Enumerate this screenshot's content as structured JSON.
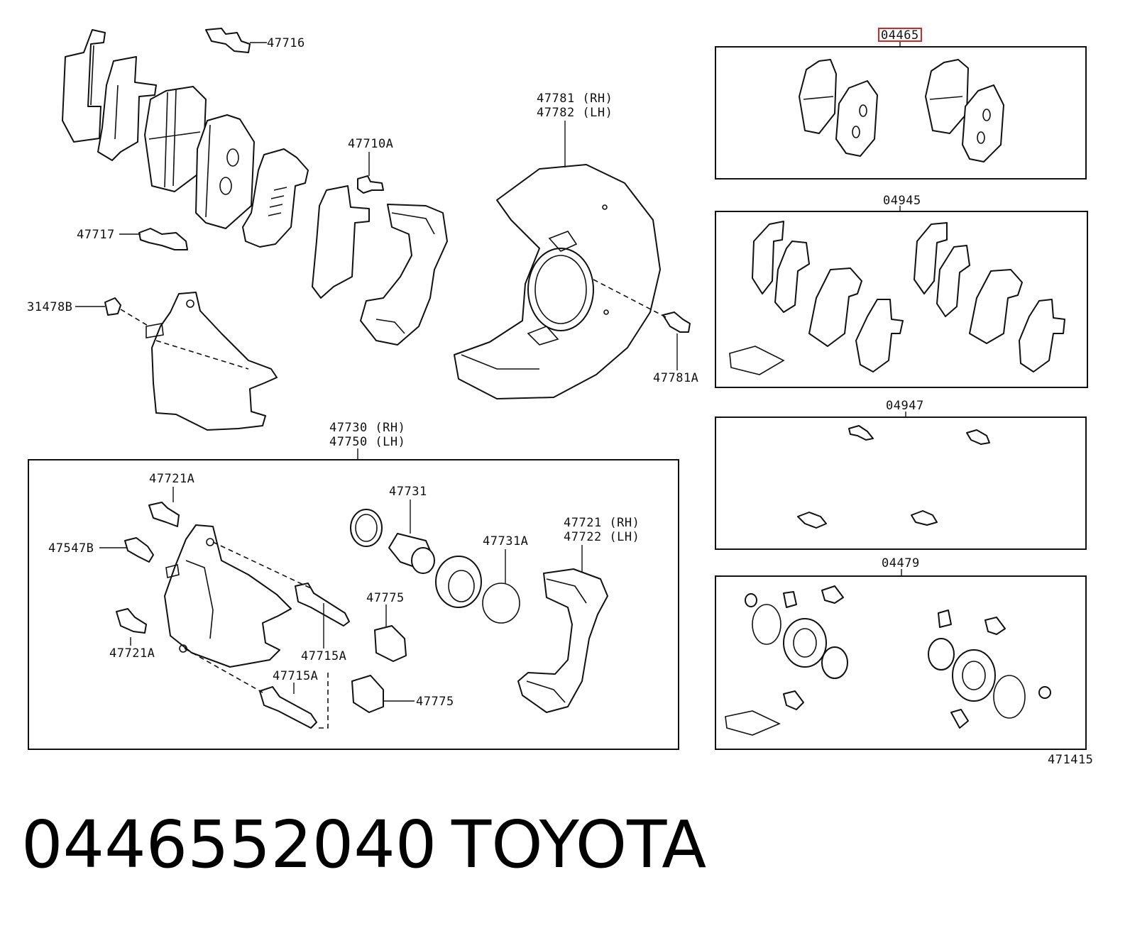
{
  "part_number": "0446552040",
  "brand": "TOYOTA",
  "diagram_id": "471415",
  "kit_labels": {
    "pad_kit": "04465",
    "shim_kit": "04945",
    "clip_kit": "04947",
    "cylinder_kit": "04479"
  },
  "callouts": {
    "p47716": "47716",
    "p47717": "47717",
    "p31478B": "31478B",
    "p47710A": "47710A",
    "p47781_rh": "47781 (RH)",
    "p47782_lh": "47782 (LH)",
    "p47781A": "47781A",
    "p47730_rh": "47730 (RH)",
    "p47750_lh": "47750 (LH)",
    "p47721A_top": "47721A",
    "p47547B": "47547B",
    "p47721A_bottom": "47721A",
    "p47731": "47731",
    "p47731A": "47731A",
    "p47775_top": "47775",
    "p47775_bottom": "47775",
    "p47715A_top": "47715A",
    "p47715A_bottom": "47715A",
    "p47721_rh": "47721 (RH)",
    "p47722_lh": "47722 (LH)"
  },
  "highlight_color": "#d62728"
}
